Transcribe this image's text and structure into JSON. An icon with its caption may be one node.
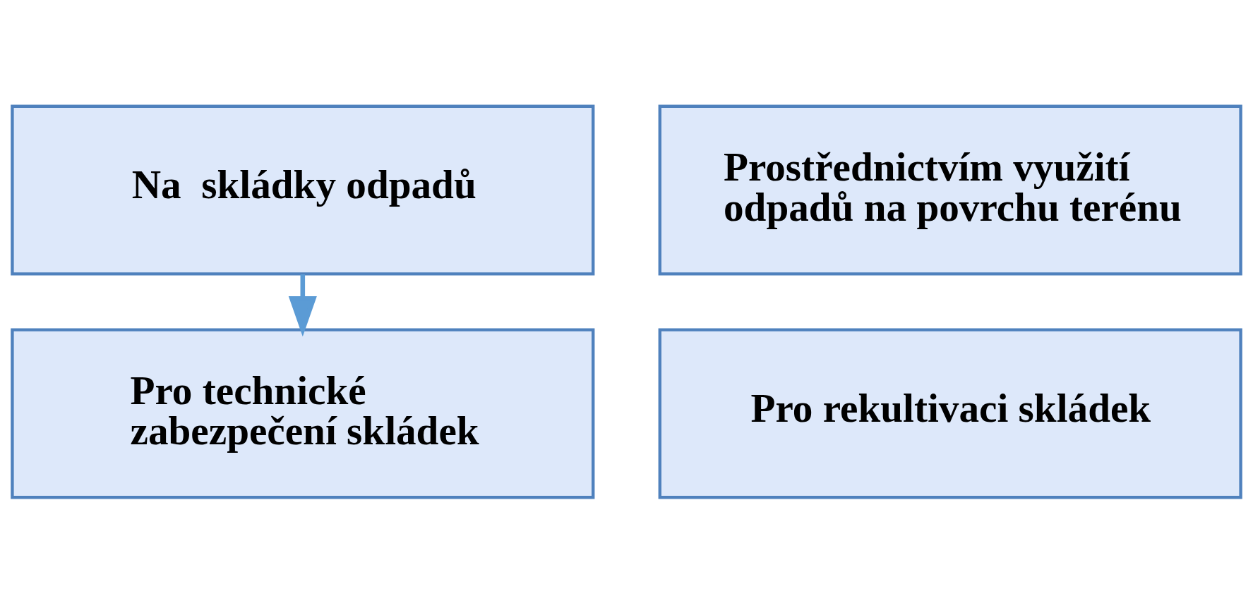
{
  "diagram": {
    "nodes": [
      {
        "text": [
          "Na  skládky odpadů"
        ]
      },
      {
        "text": [
          "Prostřednictvím využití odpadů na povrchu terénu"
        ]
      },
      {
        "text": [
          "Pro technické zabezpečení skládek"
        ]
      },
      {
        "text": [
          "Pro rekultivaci skládek"
        ]
      }
    ],
    "edges": [
      {
        "from": 0,
        "to": 2,
        "arrow": "to"
      }
    ]
  }
}
